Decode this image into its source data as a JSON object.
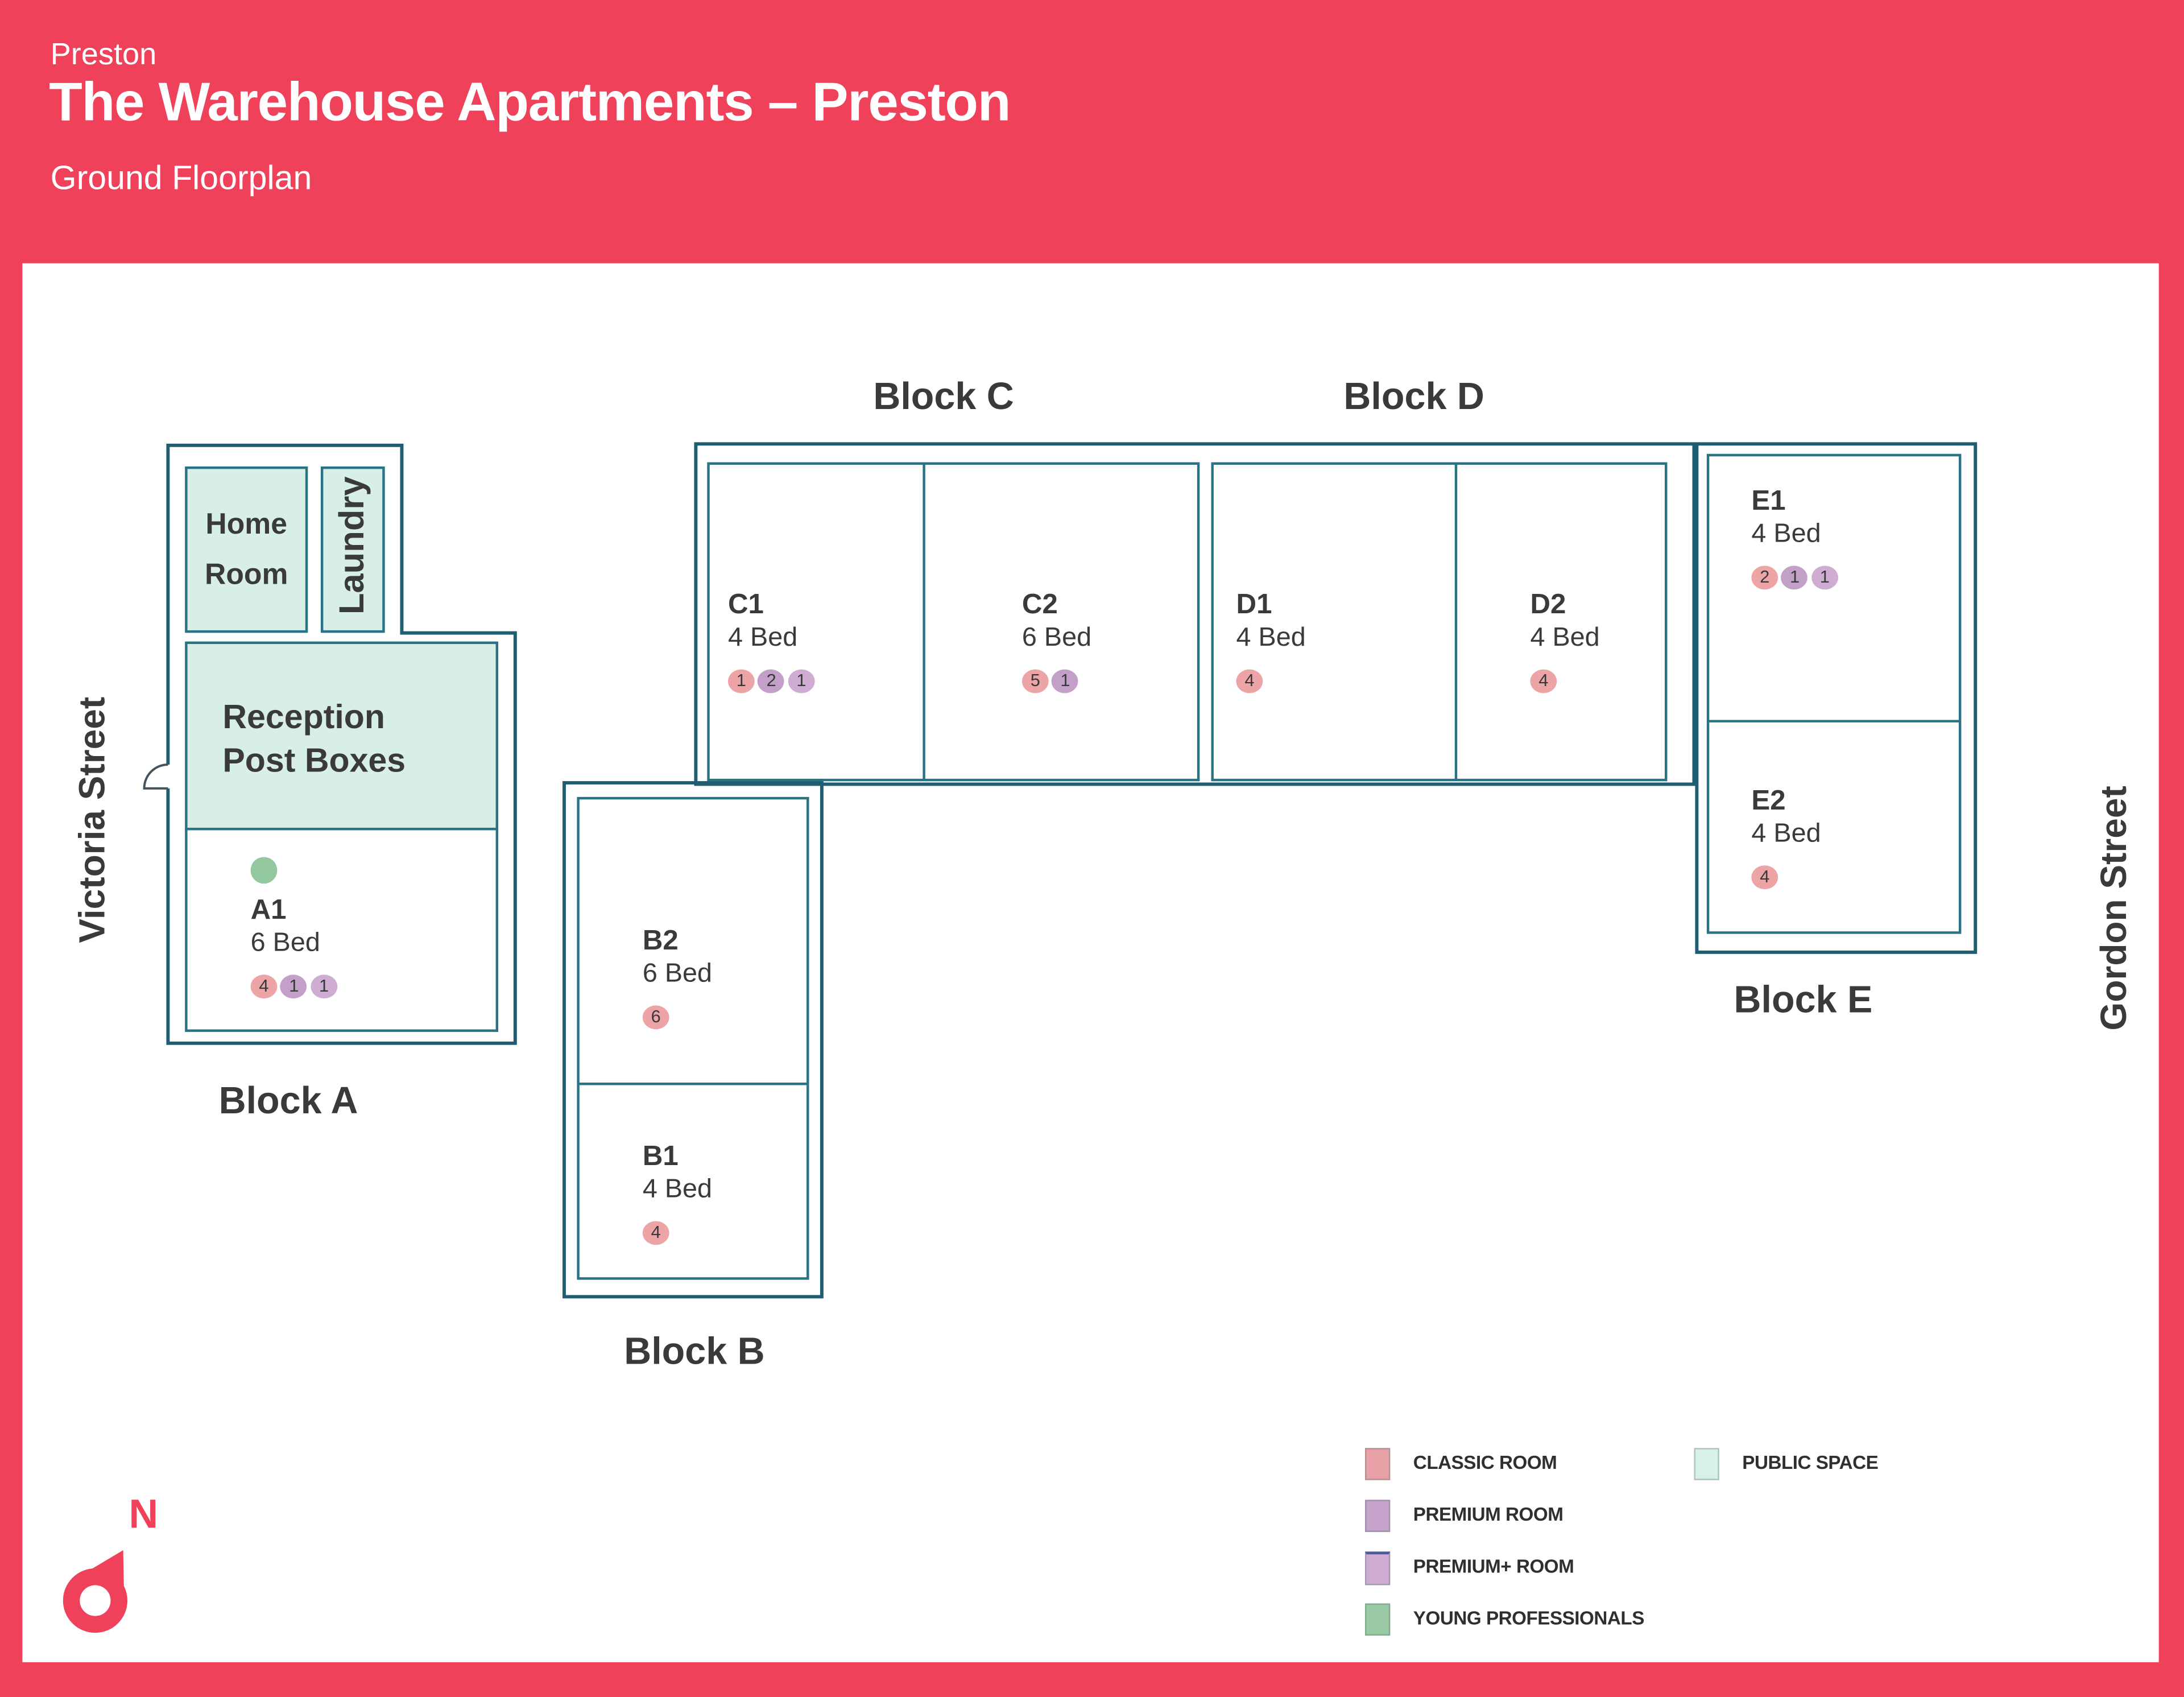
{
  "header": {
    "location": "Preston",
    "title": "The Warehouse Apartments – Preston",
    "subtitle": "Ground Floorplan"
  },
  "streets": {
    "west": "Victoria Street",
    "east": "Gordon Street"
  },
  "compass": {
    "north_label": "N"
  },
  "public_spaces": {
    "home_room": {
      "line1": "Home",
      "line2": "Room"
    },
    "laundry": "Laundry",
    "reception": {
      "line1": "Reception",
      "line2": "Post Boxes"
    }
  },
  "blocks": {
    "a": {
      "label": "Block A",
      "rooms": [
        {
          "name": "A1",
          "beds": "6 Bed",
          "young_professionals": true,
          "badges": [
            {
              "type": "classic",
              "count": "4"
            },
            {
              "type": "premium",
              "count": "1"
            },
            {
              "type": "premium_plus",
              "count": "1"
            }
          ]
        }
      ]
    },
    "b": {
      "label": "Block B",
      "rooms": [
        {
          "name": "B2",
          "beds": "6 Bed",
          "badges": [
            {
              "type": "classic",
              "count": "6"
            }
          ]
        },
        {
          "name": "B1",
          "beds": "4 Bed",
          "badges": [
            {
              "type": "classic",
              "count": "4"
            }
          ]
        }
      ]
    },
    "c": {
      "label": "Block C",
      "rooms": [
        {
          "name": "C1",
          "beds": "4 Bed",
          "badges": [
            {
              "type": "classic",
              "count": "1"
            },
            {
              "type": "premium",
              "count": "2"
            },
            {
              "type": "premium_plus",
              "count": "1"
            }
          ]
        },
        {
          "name": "C2",
          "beds": "6 Bed",
          "badges": [
            {
              "type": "classic",
              "count": "5"
            },
            {
              "type": "premium",
              "count": "1"
            }
          ]
        }
      ]
    },
    "d": {
      "label": "Block D",
      "rooms": [
        {
          "name": "D1",
          "beds": "4 Bed",
          "badges": [
            {
              "type": "classic",
              "count": "4"
            }
          ]
        },
        {
          "name": "D2",
          "beds": "4 Bed",
          "badges": [
            {
              "type": "classic",
              "count": "4"
            }
          ]
        }
      ]
    },
    "e": {
      "label": "Block E",
      "rooms": [
        {
          "name": "E1",
          "beds": "4 Bed",
          "badges": [
            {
              "type": "classic",
              "count": "2"
            },
            {
              "type": "premium",
              "count": "1"
            },
            {
              "type": "premium_plus",
              "count": "1"
            }
          ]
        },
        {
          "name": "E2",
          "beds": "4 Bed",
          "badges": [
            {
              "type": "classic",
              "count": "4"
            }
          ]
        }
      ]
    }
  },
  "legend": {
    "items": [
      {
        "key": "classic",
        "label": "CLASSIC ROOM"
      },
      {
        "key": "premium",
        "label": "PREMIUM ROOM"
      },
      {
        "key": "premium_plus",
        "label": "PREMIUM+ ROOM"
      },
      {
        "key": "young",
        "label": "YOUNG PROFESSIONALS"
      },
      {
        "key": "public",
        "label": "PUBLIC SPACE"
      }
    ]
  },
  "colors": {
    "brand_red": "#ef415a",
    "wall_outline": "#1f5d73",
    "room_outline": "#2a7385",
    "classic_room": "#eda4a7",
    "premium_room": "#c3a0c8",
    "premium_plus_room": "#cfadd2",
    "young_professionals": "#93c89f",
    "public_space": "#d7efe8",
    "text_dark": "#3a3a3c"
  }
}
